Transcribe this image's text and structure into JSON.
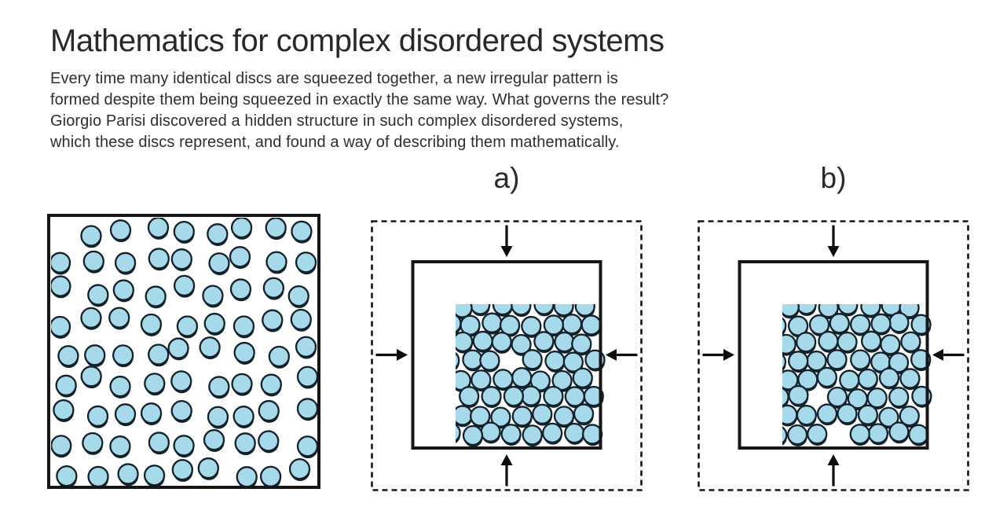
{
  "header": {
    "title": "Mathematics for complex disordered systems",
    "intro_lines": [
      "Every time many identical discs are squeezed together, a new irregular pattern is",
      "formed despite them being squeezed in exactly the same way. What governs the result?",
      "Giorgio Parisi discovered a hidden structure in such complex disordered systems,",
      "which these discs represent, and found a way of describing them mathematically."
    ]
  },
  "figure": {
    "colors": {
      "disc_fill": "#a6d9e9",
      "disc_outline": "#13212b",
      "box_border": "#161616",
      "dashed_border": "#161616",
      "arrow": "#0d0d0d",
      "text": "#2b2b2b"
    },
    "panels": [
      {
        "id": "unsqueezed",
        "label": "",
        "description": "loose random discs in solid box",
        "dashed_frame": false,
        "arrows": [],
        "disc_count": 80,
        "disc_radius": 12.5,
        "packing": "loose",
        "seed": 20211005
      },
      {
        "id": "a",
        "label": "a)",
        "description": "squeezed discs, irregular packed pattern A",
        "dashed_frame": true,
        "arrows": [
          "top",
          "right",
          "bottom",
          "left"
        ],
        "disc_count": 88,
        "disc_radius": 12,
        "packing": "dense",
        "seed": 1137
      },
      {
        "id": "b",
        "label": "b)",
        "description": "squeezed discs, irregular packed pattern B",
        "dashed_frame": true,
        "arrows": [
          "top",
          "right",
          "bottom",
          "left"
        ],
        "disc_count": 88,
        "disc_radius": 12,
        "packing": "dense",
        "seed": 424242
      }
    ]
  }
}
